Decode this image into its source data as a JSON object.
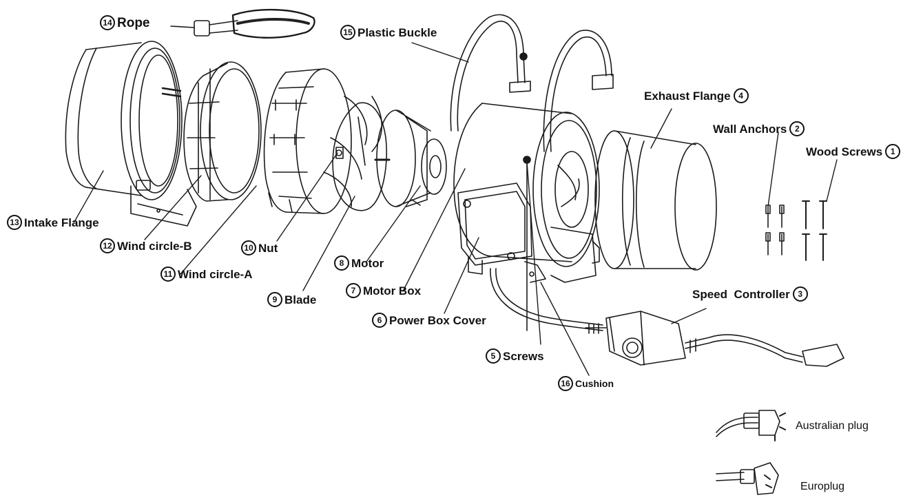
{
  "parts": [
    {
      "id": "p14",
      "num": "14",
      "name": "Rope"
    },
    {
      "id": "p15",
      "num": "15",
      "name": "Plastic Buckle"
    },
    {
      "id": "p4",
      "num": "4",
      "name": "Exhaust Flange"
    },
    {
      "id": "p2",
      "num": "2",
      "name": "Wall Anchors"
    },
    {
      "id": "p1",
      "num": "1",
      "name": "Wood Screws"
    },
    {
      "id": "p13",
      "num": "13",
      "name": "Intake Flange"
    },
    {
      "id": "p12",
      "num": "12",
      "name": "Wind circle-B"
    },
    {
      "id": "p10",
      "num": "10",
      "name": "Nut"
    },
    {
      "id": "p11",
      "num": "11",
      "name": "Wind circle-A"
    },
    {
      "id": "p8",
      "num": "8",
      "name": "Motor"
    },
    {
      "id": "p9",
      "num": "9",
      "name": "Blade"
    },
    {
      "id": "p7",
      "num": "7",
      "name": "Motor Box"
    },
    {
      "id": "p6",
      "num": "6",
      "name": "Power Box Cover"
    },
    {
      "id": "p3",
      "num": "3",
      "name": "Speed  Controller"
    },
    {
      "id": "p5",
      "num": "5",
      "name": "Screws"
    },
    {
      "id": "p16",
      "num": "16",
      "name": "Cushion"
    }
  ],
  "plugs": {
    "australian": "Australian plug",
    "euro": "Europlug"
  },
  "colors": {
    "line": "#1a1a1a",
    "background": "#ffffff"
  }
}
